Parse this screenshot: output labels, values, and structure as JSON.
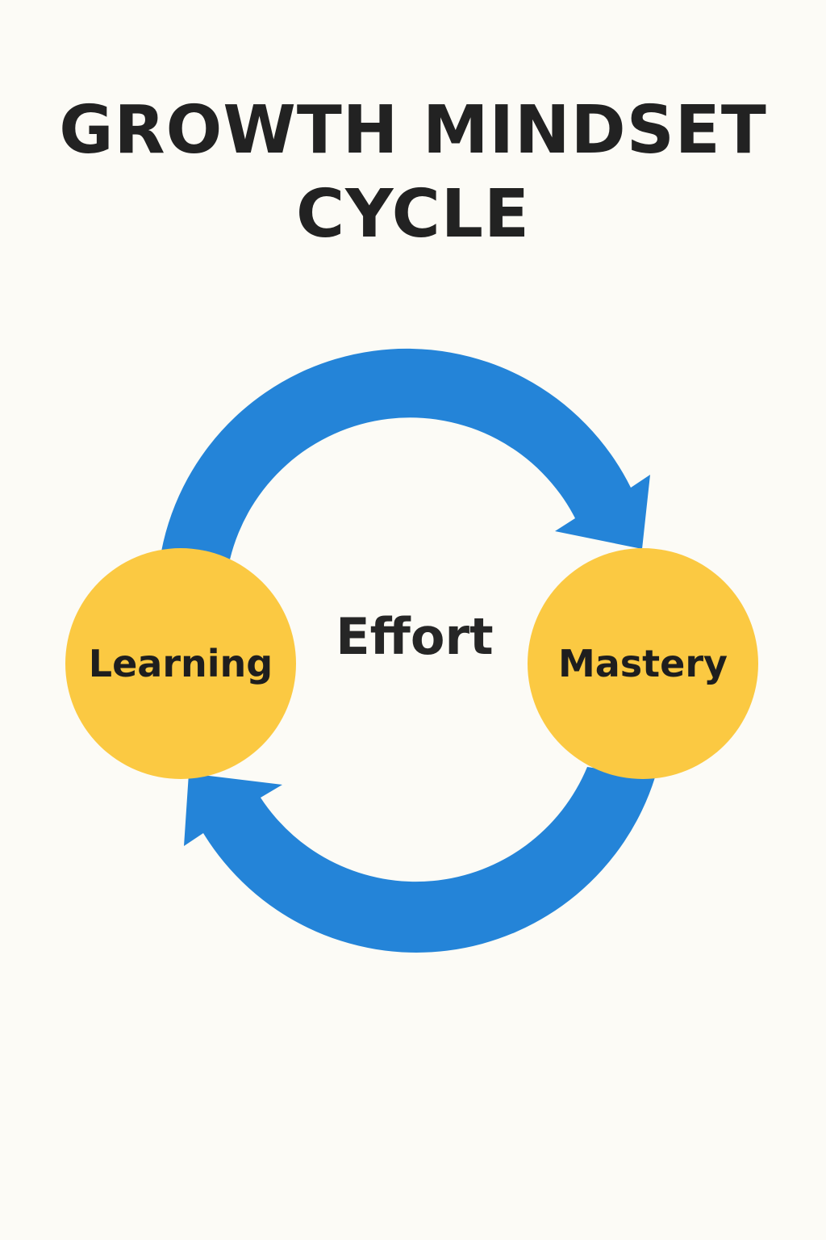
{
  "title": {
    "line1": "GROWTH MINDSET",
    "line2": "CYCLE"
  },
  "diagram": {
    "center_label": "Effort",
    "nodes": [
      {
        "label": "Learning"
      },
      {
        "label": "Mastery"
      }
    ],
    "colors": {
      "arrow": "#2484d8",
      "node": "#fbc942",
      "text": "#222222",
      "background": "#fcfbf6"
    }
  }
}
